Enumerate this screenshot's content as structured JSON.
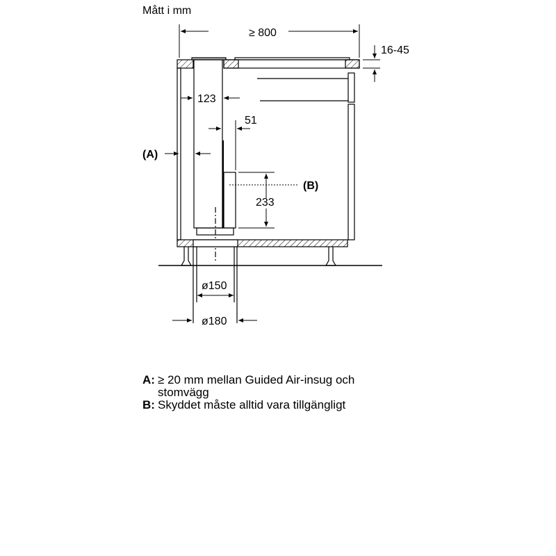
{
  "title": "Mått i mm",
  "dimensions": {
    "width_min": "≥ 800",
    "counter_thickness": "16-45",
    "duct_offset": "123",
    "gap": "51",
    "height_b": "233",
    "dia_inner": "ø150",
    "dia_outer": "ø180"
  },
  "labels": {
    "a": "(A)",
    "a_letter": "A",
    "b": "(B)",
    "b_letter": "B"
  },
  "notes": [
    {
      "key": "A:",
      "text": "≥ 20 mm mellan Guided Air-insug och",
      "text2": "stomvägg"
    },
    {
      "key": "B:",
      "text": "Skyddet måste alltid vara tillgängligt"
    }
  ]
}
